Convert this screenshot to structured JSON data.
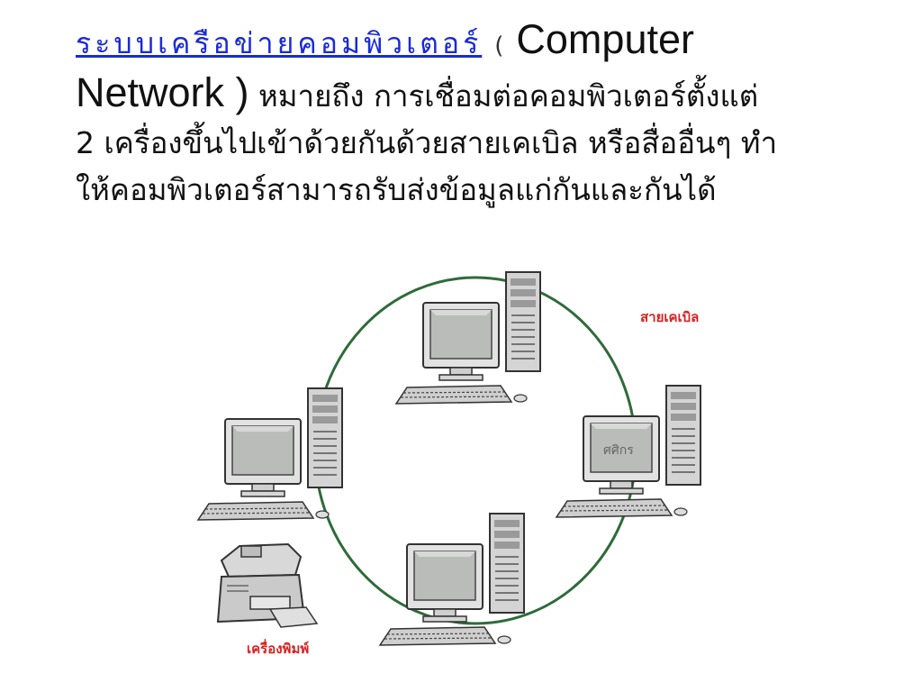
{
  "slide": {
    "title_link": "ระบบเครือข่ายคอมพิวเตอร์",
    "paren_open": "(",
    "english_word1": "Computer",
    "english_word2": "Network )",
    "line2_rest": "หมายถึง การเชื่อมต่อคอมพิวเตอร์ตั้งแต่",
    "line3": "2 เครื่องขึ้นไปเข้าด้วยกันด้วยสายเคเบิล หรือสื่ออื่นๆ ทำ",
    "line4": "ให้คอมพิวเตอร์สามารถรับส่งข้อมูลแก่กันและกันได้"
  },
  "diagram": {
    "cable_label": "สายเคเบิล",
    "printer_label": "เครื่องพิมพ์",
    "screen_text": "ศศิกร",
    "ring_color": "#2f6b3a",
    "label_color": "#d82222",
    "nodes": [
      "computer-top",
      "computer-left",
      "computer-right",
      "computer-bottom",
      "printer"
    ]
  }
}
